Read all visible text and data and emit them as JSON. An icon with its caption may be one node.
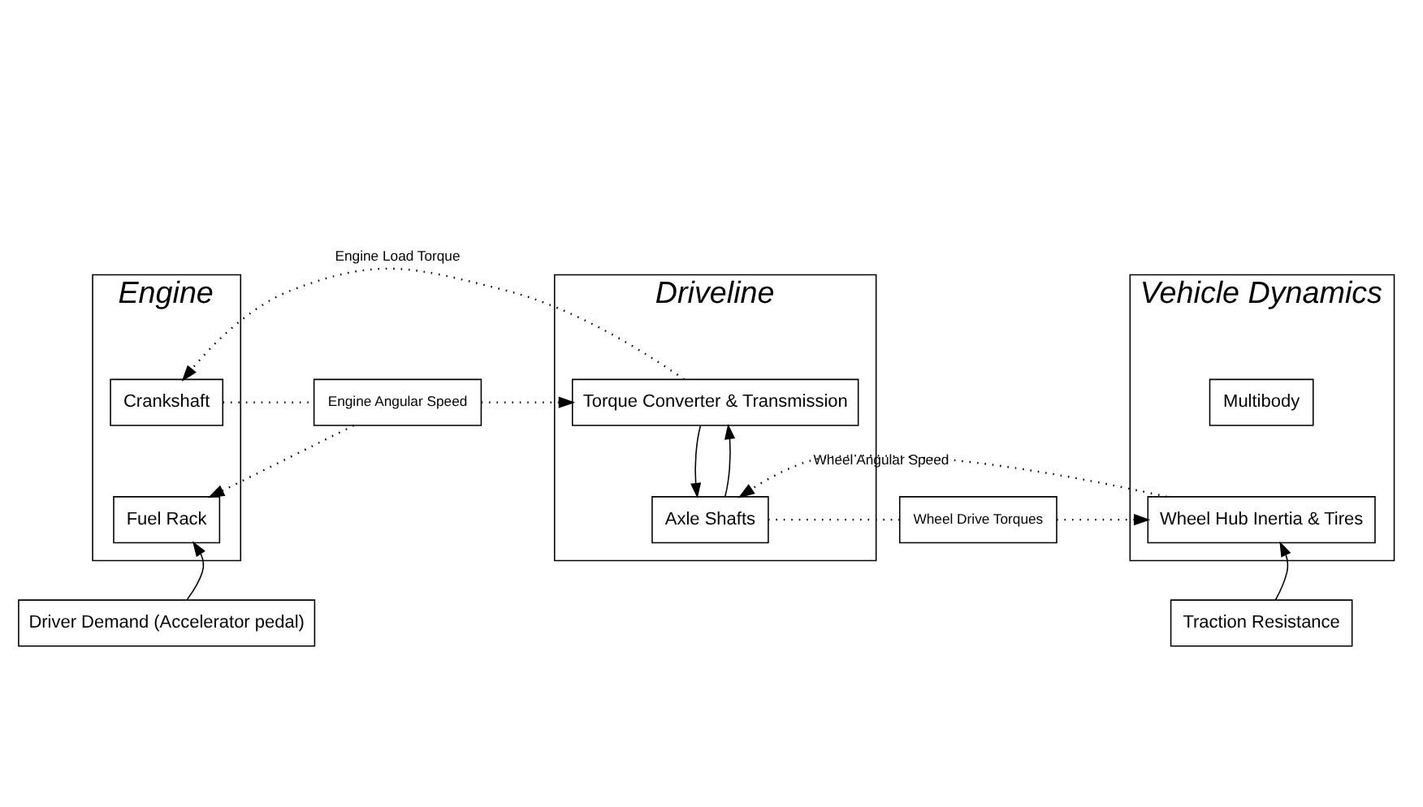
{
  "diagram": {
    "nodes": [
      {
        "text": [
          "Engine"
        ]
      },
      {
        "text": [
          "Crankshaft"
        ],
        "in": 0
      },
      {
        "text": [
          "Fuel Rack"
        ],
        "in": 0
      },
      {
        "text": [
          "Engine Angular Speed"
        ]
      },
      {
        "text": [
          "Driveline"
        ]
      },
      {
        "text": [
          "Torque Converter & Transmission"
        ],
        "in": 4
      },
      {
        "text": [
          "Axle Shafts"
        ],
        "in": 4
      },
      {
        "text": [
          "Wheel Drive Torques"
        ]
      },
      {
        "text": [
          "Vehicle Dynamics"
        ]
      },
      {
        "text": [
          "Multibody"
        ],
        "in": 8
      },
      {
        "text": [
          "Wheel Hub Inertia & Tires"
        ],
        "in": 8
      },
      {
        "text": [
          "Driver Demand (Accelerator pedal)"
        ]
      },
      {
        "text": [
          "Traction Resistance"
        ]
      }
    ],
    "edges": [
      {
        "from": 1,
        "to": 3,
        "arrow": "none",
        "style": "dashed"
      },
      {
        "from": 3,
        "to": 5,
        "arrow": "to",
        "style": "dashed"
      },
      {
        "from": 5,
        "to": 1,
        "arrow": "to",
        "style": "dashed",
        "label": "Engine Load Torque"
      },
      {
        "from": 3,
        "to": 2,
        "arrow": "to",
        "style": "dashed"
      },
      {
        "from": 5,
        "to": 6,
        "arrow": "to"
      },
      {
        "from": 6,
        "to": 5,
        "arrow": "to"
      },
      {
        "from": 6,
        "to": 7,
        "arrow": "none",
        "style": "dashed"
      },
      {
        "from": 7,
        "to": 10,
        "arrow": "to",
        "style": "dashed"
      },
      {
        "from": 10,
        "to": 6,
        "arrow": "to",
        "style": "dashed",
        "label": "Wheel Angular Speed"
      },
      {
        "from": 11,
        "to": 2,
        "arrow": "to"
      },
      {
        "from": 12,
        "to": 10,
        "arrow": "to"
      }
    ]
  }
}
